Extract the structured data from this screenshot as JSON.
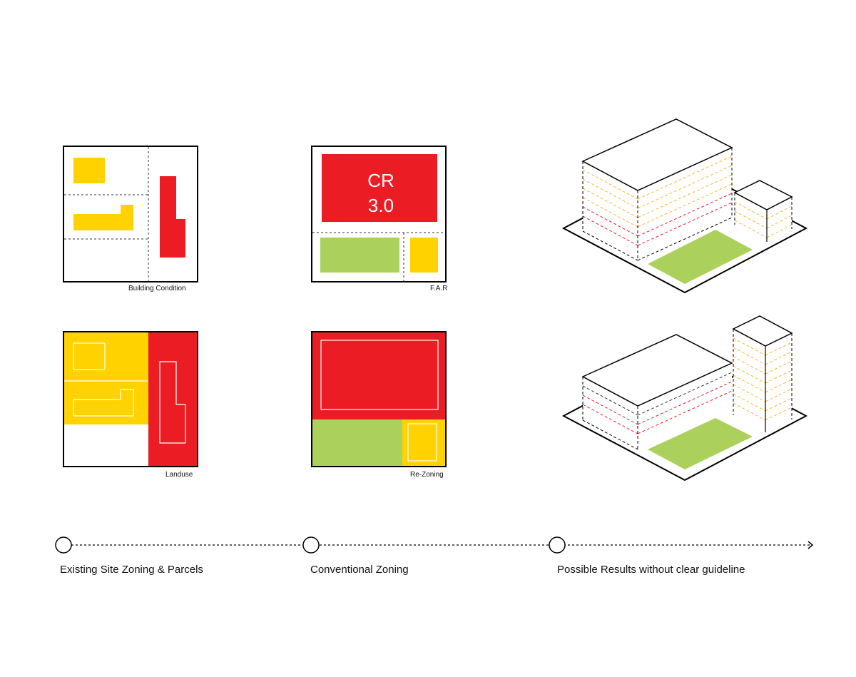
{
  "panels": {
    "building_condition": {
      "caption": "Building Condition"
    },
    "far": {
      "caption": "F.A.R",
      "zone_code": "CR",
      "ratio": "3.0"
    },
    "landuse": {
      "caption": "Landuse"
    },
    "rezoning": {
      "caption": "Re-Zoning"
    }
  },
  "timeline": {
    "stages": [
      {
        "label": "Existing Site Zoning & Parcels"
      },
      {
        "label": "Conventional Zoning"
      },
      {
        "label": "Possible Results without clear guideline"
      }
    ]
  },
  "colors": {
    "red": "#ec1c24",
    "yellow": "#ffd200",
    "green": "#acd05c",
    "orange_dash": "#f7b733",
    "black": "#000000",
    "white": "#ffffff"
  }
}
